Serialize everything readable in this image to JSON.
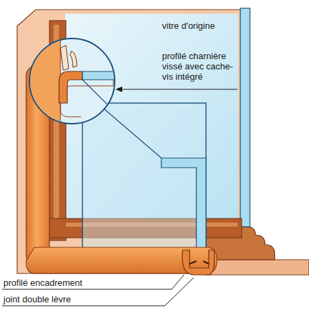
{
  "diagram": {
    "labels": [
      "vitre d'origine",
      "profilé charnière vissé avec cache-vis intégré",
      "profilé encadrement",
      "joint double lèvre"
    ]
  }
}
